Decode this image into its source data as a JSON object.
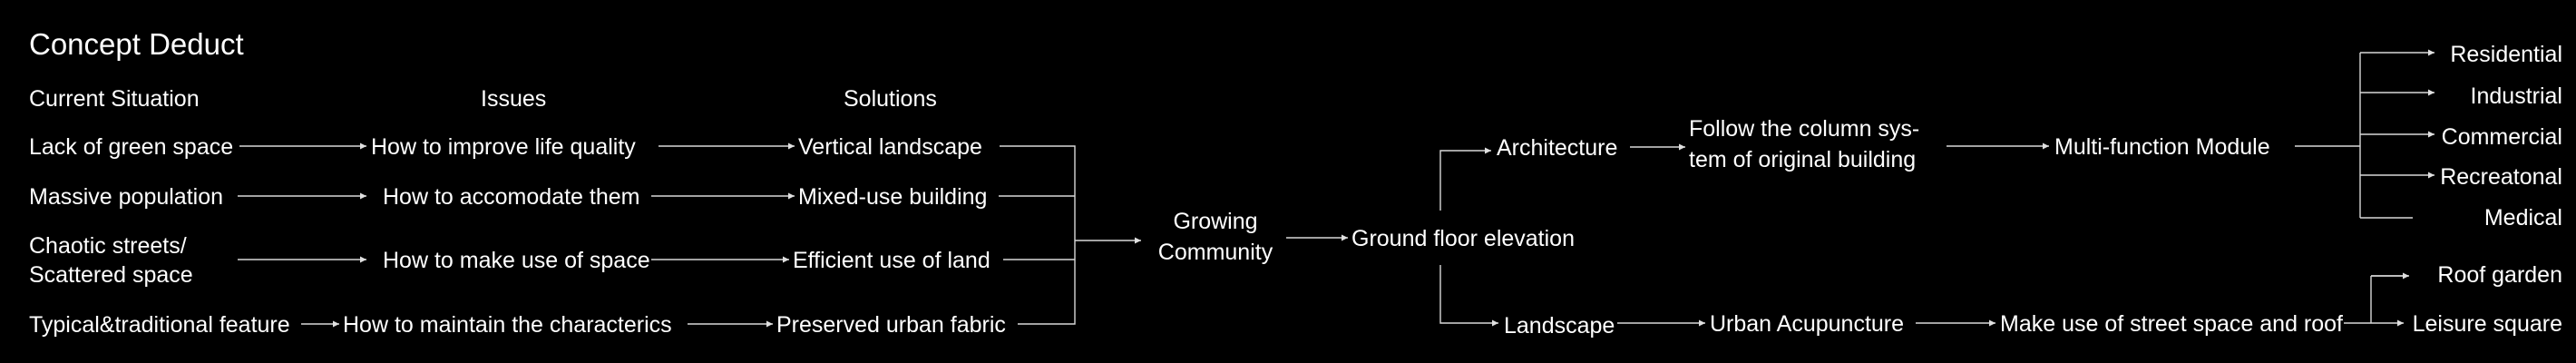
{
  "title": "Concept Deduct",
  "headers": {
    "current_situation": "Current Situation",
    "issues": "Issues",
    "solutions": "Solutions"
  },
  "current_situation": [
    "Lack of green space",
    "Massive population",
    [
      "Chaotic streets/",
      "Scattered space"
    ],
    "Typical&traditional feature"
  ],
  "issues": [
    "How to improve life quality",
    "How to accomodate them",
    "How to make use of space",
    "How to maintain the characterics"
  ],
  "solutions": [
    "Vertical landscape",
    "Mixed-use building",
    "Efficient use of land",
    "Preserved urban fabric"
  ],
  "hub": [
    "Growing",
    "Community"
  ],
  "ground_floor": "Ground floor elevation",
  "architecture": {
    "label": "Architecture",
    "column_system": [
      "Follow the column sys-",
      "tem of original building"
    ],
    "module": "Multi-function Module",
    "functions": [
      "Residential",
      "Industrial",
      "Commercial",
      "Recreatonal",
      "Medical"
    ]
  },
  "landscape": {
    "label": "Landscape",
    "acupuncture": "Urban Acupuncture",
    "street_roof": "Make use of street space and roof",
    "outcomes": [
      "Roof garden",
      "Leisure square"
    ]
  },
  "colors": {
    "background": "#000000",
    "text": "#ffffff",
    "connector": "#d8d8d8"
  }
}
